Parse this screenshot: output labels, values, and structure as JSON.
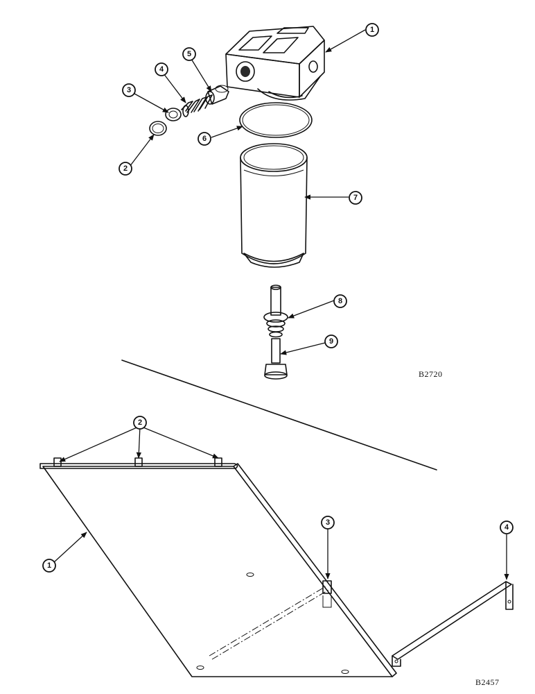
{
  "top_figure": {
    "ref_code": "B2720",
    "callouts": [
      "1",
      "2",
      "3",
      "4",
      "5",
      "6",
      "7",
      "8",
      "9"
    ]
  },
  "bottom_figure": {
    "ref_code": "B2457",
    "callouts": [
      "1",
      "2",
      "3",
      "4"
    ]
  }
}
